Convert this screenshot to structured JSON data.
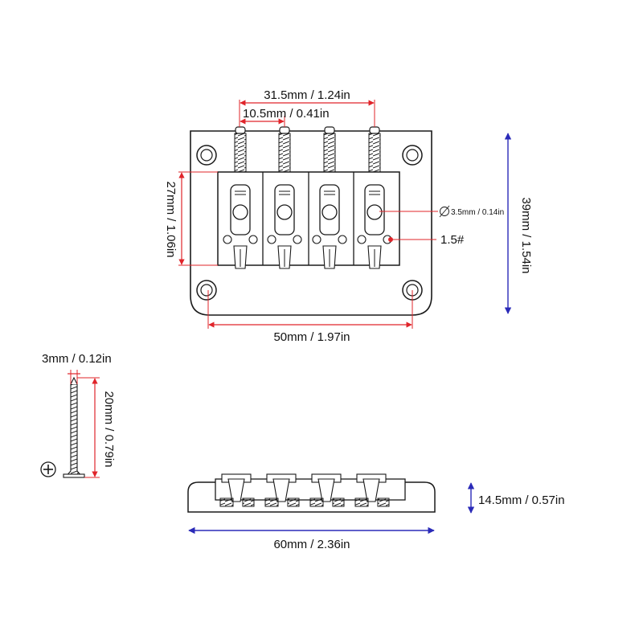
{
  "colors": {
    "red_dimension": "#e0242a",
    "blue_dimension": "#2a2ab8",
    "outline": "#1a1a1a",
    "background": "#ffffff"
  },
  "labels": {
    "saddle_span": "31.5mm / 1.24in",
    "saddle_spacing": "10.5mm / 0.41in",
    "plate_height": "39mm / 1.54in",
    "saddle_length": "27mm / 1.06in",
    "hole_diameter": "3.5mm / 0.14in",
    "hex_key_size": "1.5#",
    "mounting_span": "50mm / 1.97in",
    "screw_diameter": "3mm / 0.12in",
    "screw_length": "20mm / 0.79in",
    "bridge_height": "14.5mm / 0.57in",
    "plate_width": "60mm / 2.36in"
  },
  "icons": {
    "diameter_symbol": "diameter-icon",
    "screw_head": "phillips-screw-head-icon"
  }
}
